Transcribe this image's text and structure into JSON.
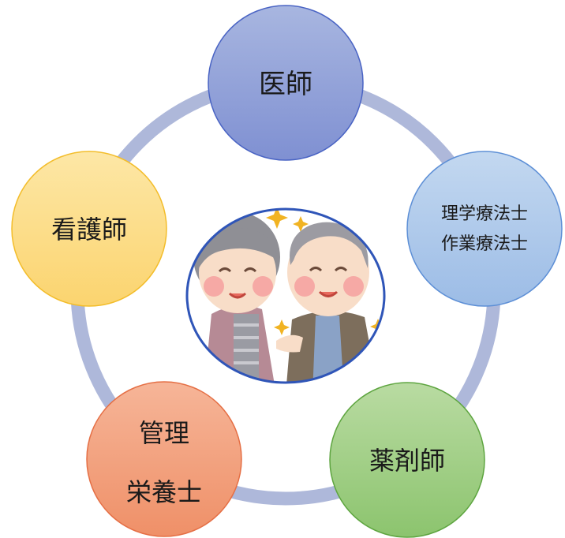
{
  "diagram": {
    "ring_color": "#aeb8da",
    "center": {
      "illustration": "elderly-couple-smiling",
      "border_color": "#2f55b8"
    },
    "nodes": [
      {
        "id": "doctor",
        "lines": [
          "医師"
        ],
        "fill_top": "#a8b6e0",
        "fill_bottom": "#7f90d2",
        "stroke": "#4a64c4"
      },
      {
        "id": "therapist",
        "lines": [
          "理学療法士",
          "作業療法士"
        ],
        "fill_top": "#c3d8f0",
        "fill_bottom": "#9cbce6",
        "stroke": "#5d8fd6"
      },
      {
        "id": "pharmacist",
        "lines": [
          "薬剤師"
        ],
        "fill_top": "#b9dba2",
        "fill_bottom": "#8cc46e",
        "stroke": "#5ea540"
      },
      {
        "id": "dietitian",
        "lines": [
          "管理",
          "栄養士"
        ],
        "fill_top": "#f6b598",
        "fill_bottom": "#ef9068",
        "stroke": "#e56f45"
      },
      {
        "id": "nurse",
        "lines": [
          "看護師"
        ],
        "fill_top": "#fde7a6",
        "fill_bottom": "#fbd46f",
        "stroke": "#f3bd2b"
      }
    ]
  }
}
